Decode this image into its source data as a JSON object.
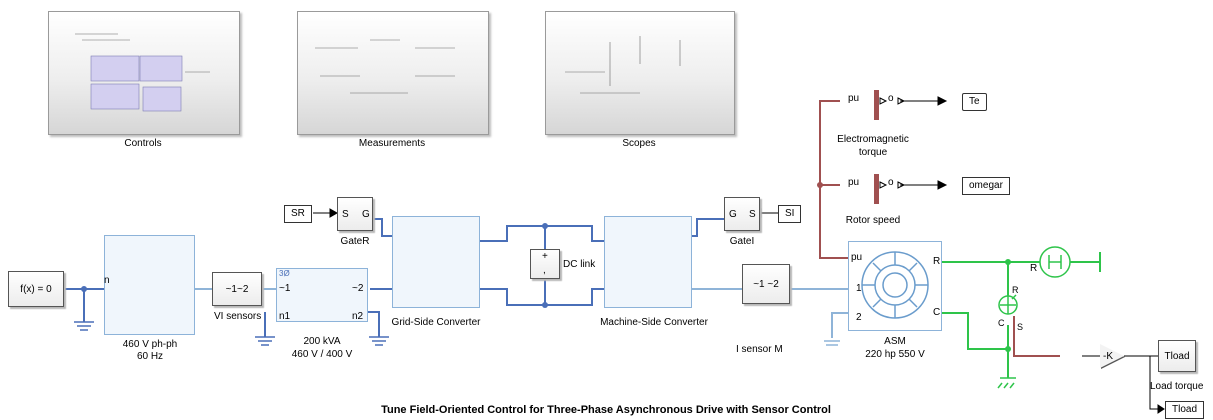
{
  "title": "Tune Field-Oriented Control for Three-Phase Asynchronous Drive with Sensor Control",
  "subsystems": {
    "controls": "Controls",
    "measurements": "Measurements",
    "scopes": "Scopes"
  },
  "blocks": {
    "fx": "f(x) = 0",
    "source_top": "460 V ph-ph",
    "source_bottom": "60 Hz",
    "source_n": "n",
    "vi_sensor_block": "~1~2",
    "vi_sensors": "VI sensors",
    "tx_phase": "3Ø",
    "tx_p1": "~1",
    "tx_p2": "~2",
    "tx_n1": "n1",
    "tx_n2": "n2",
    "tx_top": "200 kVA",
    "tx_bottom": "460 V / 400 V",
    "gate_r": "GateR",
    "gate_r_s": "S",
    "gate_r_g": "G",
    "sr_tag": "SR",
    "grid_conv": "Grid-Side Converter",
    "dc_link": "DC link",
    "dc_plus": "+",
    "dc_minus": ",",
    "machine_conv": "Machine-Side Converter",
    "gate_i": "GateI",
    "gate_i_g": "G",
    "gate_i_s": "S",
    "si_tag": "SI",
    "isensor_block": "~1  ~2",
    "isensor": "I sensor M",
    "electromag": "Electromagnetic",
    "torque": "torque",
    "te_tag": "Te",
    "rotor_speed": "Rotor speed",
    "omegar_tag": "omegar",
    "pu": "pu",
    "o": "o",
    "asm": "ASM",
    "asm_rating": "220 hp 550 V",
    "asm_r": "R",
    "asm_c": "C",
    "asm_1": "1",
    "asm_2": "2",
    "gain": "-K",
    "tload_block": "Tload",
    "load_torque": "Load torque",
    "tload_tag": "Tload",
    "r_label": "R",
    "c_label": "C",
    "s_label": "S"
  },
  "colors": {
    "blue_line": "#4a6fb8",
    "elec_blue": "#8fb4d8",
    "brown": "#a05050",
    "green": "#2ec44a",
    "black": "#000000"
  }
}
